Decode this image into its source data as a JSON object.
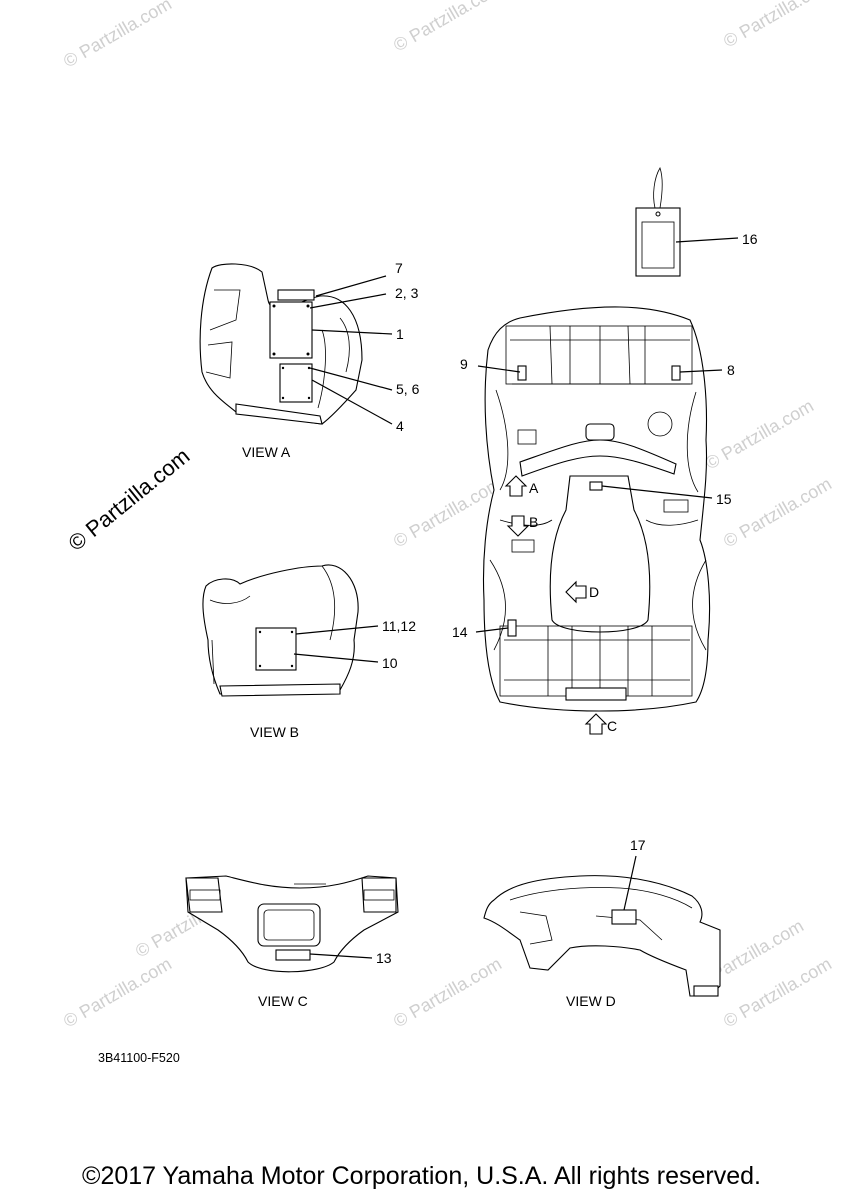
{
  "watermark": "© Partzilla.com",
  "views": {
    "a": "VIEW A",
    "b": "VIEW B",
    "c": "VIEW C",
    "d": "VIEW D"
  },
  "callouts": {
    "c1": "1",
    "c2_3": "2, 3",
    "c4": "4",
    "c5_6": "5, 6",
    "c7": "7",
    "c8": "8",
    "c9": "9",
    "c10": "10",
    "c11_12": "11,12",
    "c13": "13",
    "c14": "14",
    "c15": "15",
    "c16": "16",
    "c17": "17"
  },
  "arrows": {
    "a": "A",
    "b": "B",
    "c": "C",
    "d": "D"
  },
  "diagram_code": "3B41100-F520",
  "copyright": "©2017 Yamaha Motor Corporation, U.S.A. All rights reserved."
}
